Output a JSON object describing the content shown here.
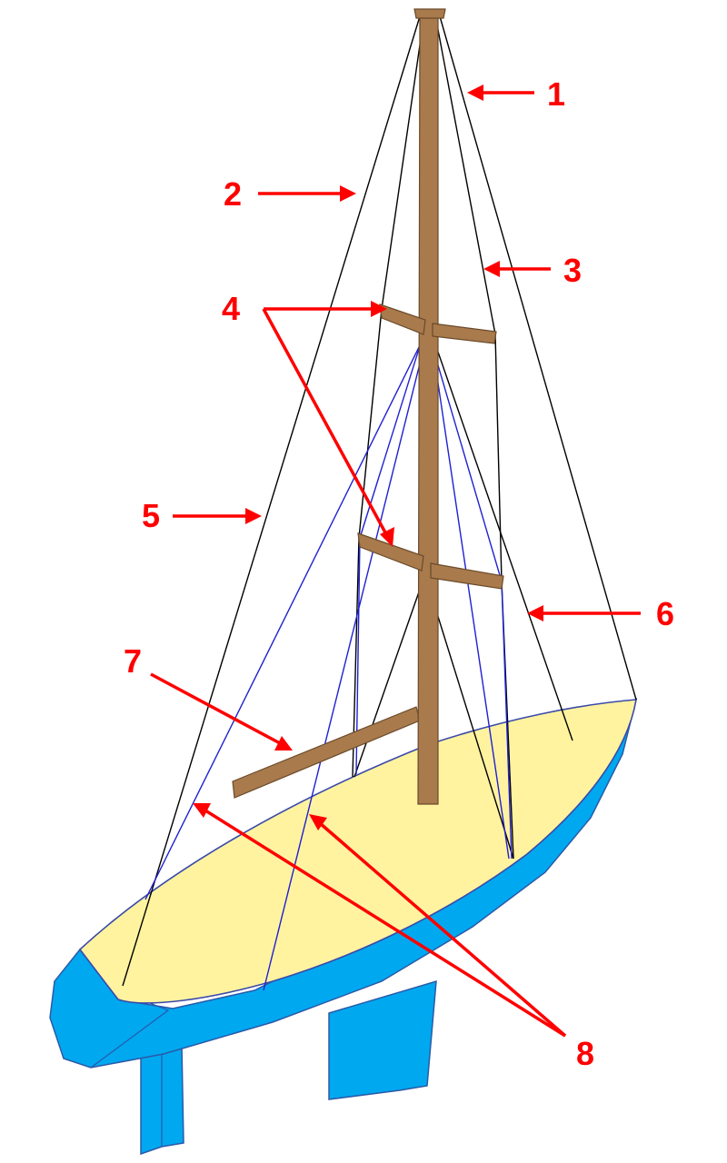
{
  "diagram": {
    "colors": {
      "hull": "#00a8f0",
      "deck": "#fff3a0",
      "spar": "#a87a4c",
      "rigging_black": "#000000",
      "rigging_blue": "#2020d0",
      "callout": "#ff0000"
    },
    "labels": [
      {
        "id": "1",
        "text": "1"
      },
      {
        "id": "2",
        "text": "2"
      },
      {
        "id": "3",
        "text": "3"
      },
      {
        "id": "4",
        "text": "4"
      },
      {
        "id": "5",
        "text": "5"
      },
      {
        "id": "6",
        "text": "6"
      },
      {
        "id": "7",
        "text": "7"
      },
      {
        "id": "8",
        "text": "8"
      }
    ]
  }
}
